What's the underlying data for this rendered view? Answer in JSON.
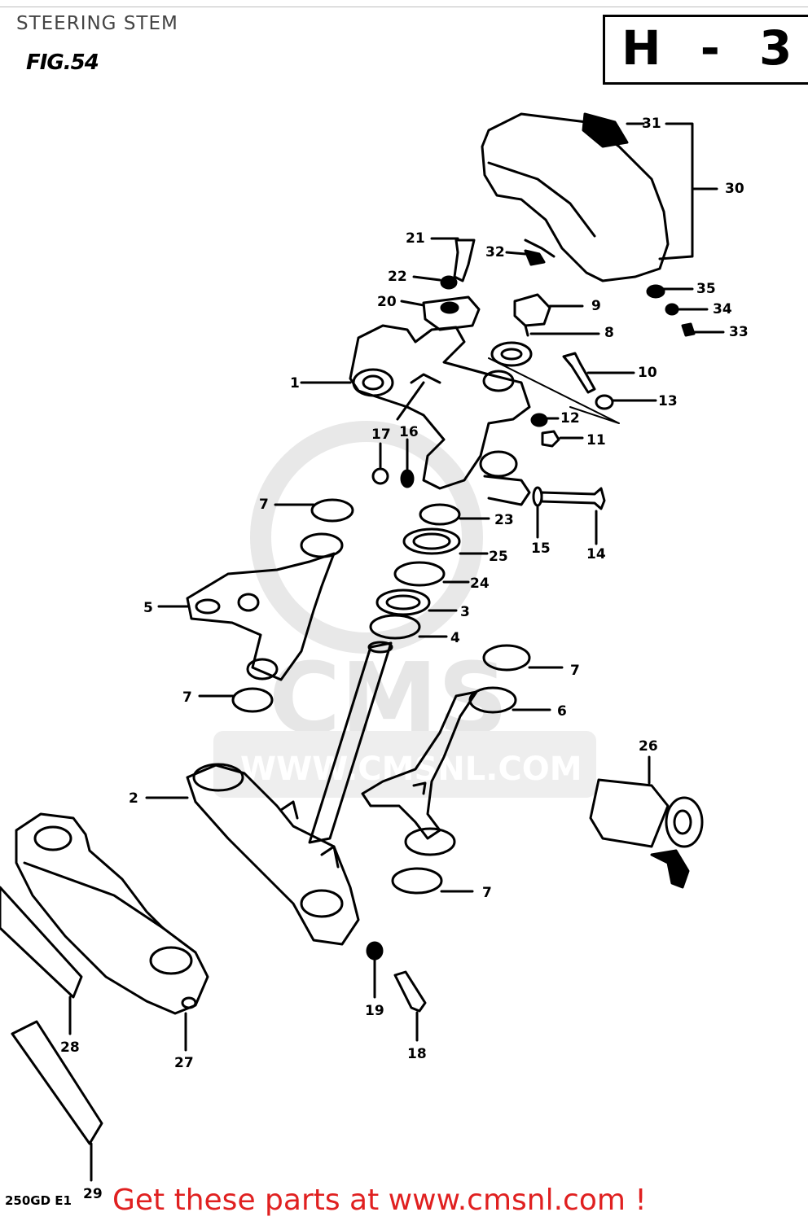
{
  "header": {
    "title": "STEERING STEM",
    "figure": "FIG.54",
    "section_code": "H - 3"
  },
  "watermark": {
    "text": "WWW.CMSNL.COM",
    "logo_text": "CMS"
  },
  "callouts": [
    "1",
    "2",
    "3",
    "4",
    "5",
    "6",
    "7",
    "7",
    "7",
    "7",
    "8",
    "9",
    "10",
    "11",
    "12",
    "13",
    "14",
    "15",
    "16",
    "17",
    "18",
    "19",
    "20",
    "21",
    "22",
    "23",
    "24",
    "25",
    "26",
    "27",
    "28",
    "29",
    "30",
    "31",
    "32",
    "33",
    "34",
    "35"
  ],
  "corner_code": "250GD E1",
  "footer": {
    "text": "Get these parts at www.cmsnl.com !"
  },
  "colors": {
    "footer": "#e02020",
    "line": "#000000",
    "watermark": "#e6e6e6"
  }
}
